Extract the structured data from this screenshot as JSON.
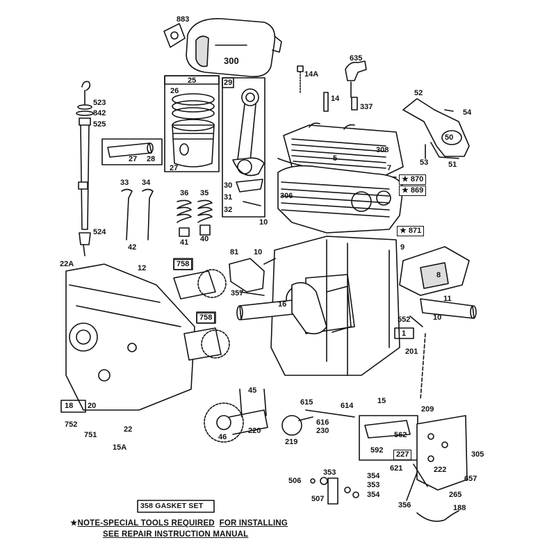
{
  "labels": {
    "l883": "883",
    "l300": "300",
    "l635": "635",
    "l14A": "14A",
    "l14": "14",
    "l337": "337",
    "l52": "52",
    "l54": "54",
    "l50": "50",
    "l53": "53",
    "l51": "51",
    "l523": "523",
    "l842": "842",
    "l525": "525",
    "l524": "524",
    "l25": "25",
    "l26": "26",
    "l27a": "27",
    "l28": "28",
    "l27b": "27",
    "l29": "29",
    "l30": "30",
    "l31": "31",
    "l32": "32",
    "l5": "5",
    "l308": "308",
    "l7": "7",
    "l870": "★ 870",
    "l869": "★ 869",
    "l306": "306",
    "l10a": "10",
    "l871": "★ 871",
    "l33": "33",
    "l34": "34",
    "l42": "42",
    "l36": "36",
    "l35": "35",
    "l41": "41",
    "l40": "40",
    "l9": "9",
    "l8": "8",
    "l11": "11",
    "l10c": "10",
    "l22A": "22A",
    "l12": "12",
    "l758a": "758",
    "l81": "81",
    "l10b": "10",
    "l357": "357",
    "l16": "16",
    "l758b": "758",
    "l552": "552",
    "l1": "1",
    "l201": "201",
    "l18": "18",
    "l20": "20",
    "l752": "752",
    "l751": "751",
    "l22": "22",
    "l15A": "15A",
    "l45": "45",
    "l615": "615",
    "l614": "614",
    "l15": "15",
    "l209": "209",
    "l46": "46",
    "l220": "220",
    "l219": "219",
    "l616": "616",
    "l230": "230",
    "l562": "562",
    "l592": "592",
    "l227": "227",
    "l305": "305",
    "l222": "222",
    "l621": "621",
    "l353a": "353",
    "l354a": "354",
    "l353b": "353",
    "l354b": "354",
    "l506": "506",
    "l507": "507",
    "l657": "657",
    "l265": "265",
    "l356": "356",
    "l188": "188"
  },
  "notes": {
    "gasket_set": "358 GASKET SET",
    "special_tools_prefix": "★",
    "special_tools": "NOTE-SPECIAL TOOLS REQUIRED",
    "special_tools_suffix": "FOR INSTALLING",
    "manual": "SEE REPAIR INSTRUCTION MANUAL"
  }
}
